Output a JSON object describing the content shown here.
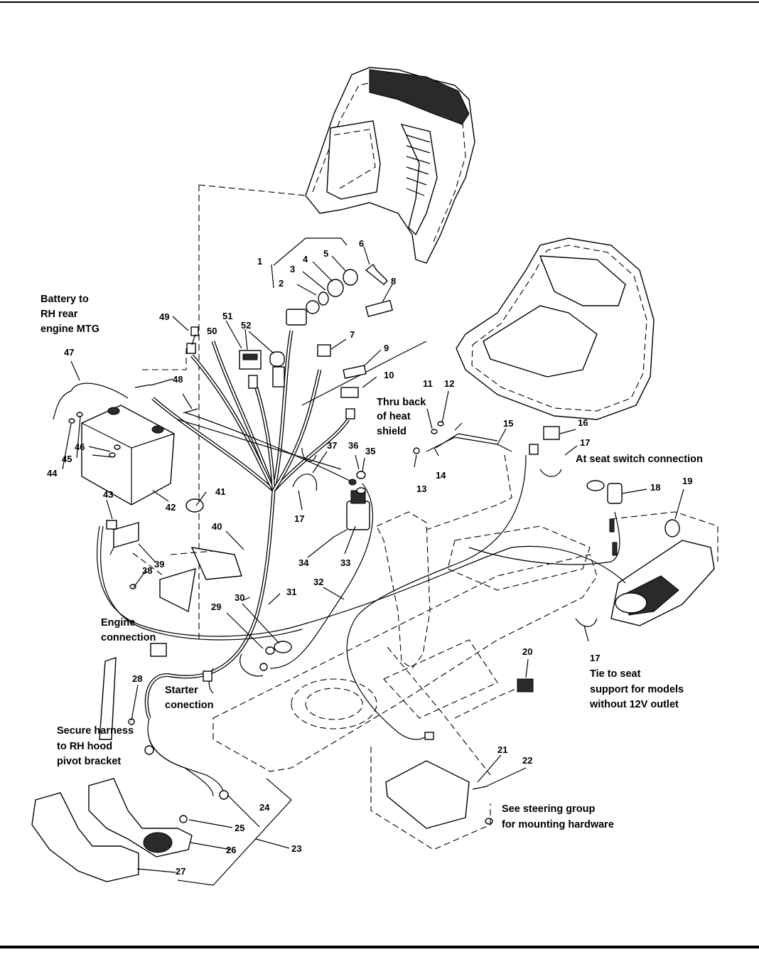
{
  "callouts": [
    "1",
    "2",
    "3",
    "4",
    "5",
    "6",
    "7",
    "8",
    "9",
    "10",
    "11",
    "12",
    "13",
    "14",
    "15",
    "16",
    "17",
    "17",
    "17",
    "18",
    "19",
    "20",
    "21",
    "22",
    "23",
    "24",
    "25",
    "26",
    "27",
    "28",
    "29",
    "30",
    "31",
    "32",
    "33",
    "34",
    "35",
    "36",
    "37",
    "38",
    "39",
    "40",
    "41",
    "42",
    "43",
    "44",
    "45",
    "46",
    "47",
    "48",
    "49",
    "50",
    "51",
    "52"
  ],
  "notes": {
    "battery": [
      "Battery to",
      "RH rear",
      "engine MTG"
    ],
    "heat_shield": [
      "Thru back",
      "of heat",
      "shield"
    ],
    "seat_switch": [
      "At seat switch connection"
    ],
    "engine": [
      "Engine",
      "connection"
    ],
    "starter": [
      "Starter",
      "conection"
    ],
    "tie_seat": [
      "Tie to seat",
      "support for models",
      "without 12V outlet"
    ],
    "harness": [
      "Secure harness",
      "to RH hood",
      "pivot bracket"
    ],
    "steering": [
      "See steering group",
      "for mounting hardware"
    ]
  }
}
